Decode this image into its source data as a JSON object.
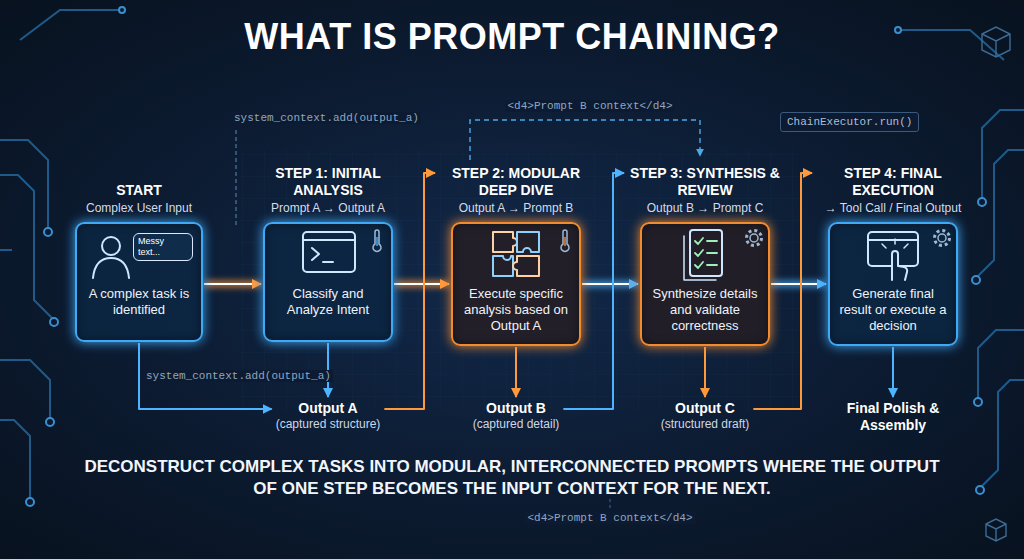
{
  "diagram": {
    "title": "WHAT IS PROMPT CHAINING?",
    "caption": "DECONSTRUCT COMPLEX TASKS INTO MODULAR, INTERCONNECTED PROMPTS WHERE THE OUTPUT OF ONE STEP BECOMES THE INPUT CONTEXT FOR THE NEXT.",
    "nodes": [
      {
        "text": [
          "START",
          "Complex User Input",
          "Messy text...",
          "A complex task is identified"
        ]
      },
      {
        "text": [
          "STEP 1: INITIAL ANALYSIS",
          "Prompt A → Output A",
          "Classify and Analyze Intent"
        ]
      },
      {
        "text": [
          "STEP 2: MODULAR DEEP DIVE",
          "Output A → Prompt B",
          "Execute specific analysis based on Output A"
        ]
      },
      {
        "text": [
          "STEP 3: SYNTHESIS & REVIEW",
          "Output B → Prompt C",
          "Synthesize details and validate correctness"
        ]
      },
      {
        "text": [
          "STEP 4: FINAL EXECUTION",
          "→ Tool Call / Final Output",
          "Generate final result or execute a decision"
        ]
      },
      {
        "text": [
          "Output A",
          "(captured structure)"
        ]
      },
      {
        "text": [
          "Output B",
          "(captured detail)"
        ]
      },
      {
        "text": [
          "Output C",
          "(structured draft)"
        ]
      },
      {
        "text": [
          "Final Polish & Assembly"
        ]
      }
    ],
    "edges": [
      {
        "from": 0,
        "to": 1,
        "arrow": "to"
      },
      {
        "from": 1,
        "to": 2,
        "arrow": "to"
      },
      {
        "from": 2,
        "to": 3,
        "arrow": "to"
      },
      {
        "from": 3,
        "to": 4,
        "arrow": "to"
      },
      {
        "from": 1,
        "to": 5,
        "arrow": "to"
      },
      {
        "from": 2,
        "to": 6,
        "arrow": "to"
      },
      {
        "from": 3,
        "to": 7,
        "arrow": "to"
      },
      {
        "from": 4,
        "to": 8,
        "arrow": "to"
      },
      {
        "from": 5,
        "to": 2,
        "arrow": "to"
      },
      {
        "from": 6,
        "to": 3,
        "arrow": "to"
      },
      {
        "from": 7,
        "to": 4,
        "arrow": "to"
      },
      {
        "from": 0,
        "to": 5,
        "label": "system_context.add(output_a)",
        "arrow": "to"
      }
    ],
    "labels": [
      "system_context.add(output_a)",
      "<d4>Prompt B context</d4>",
      "ChainExecutor.run()",
      "<d4>Prompt B context</d4>"
    ]
  }
}
